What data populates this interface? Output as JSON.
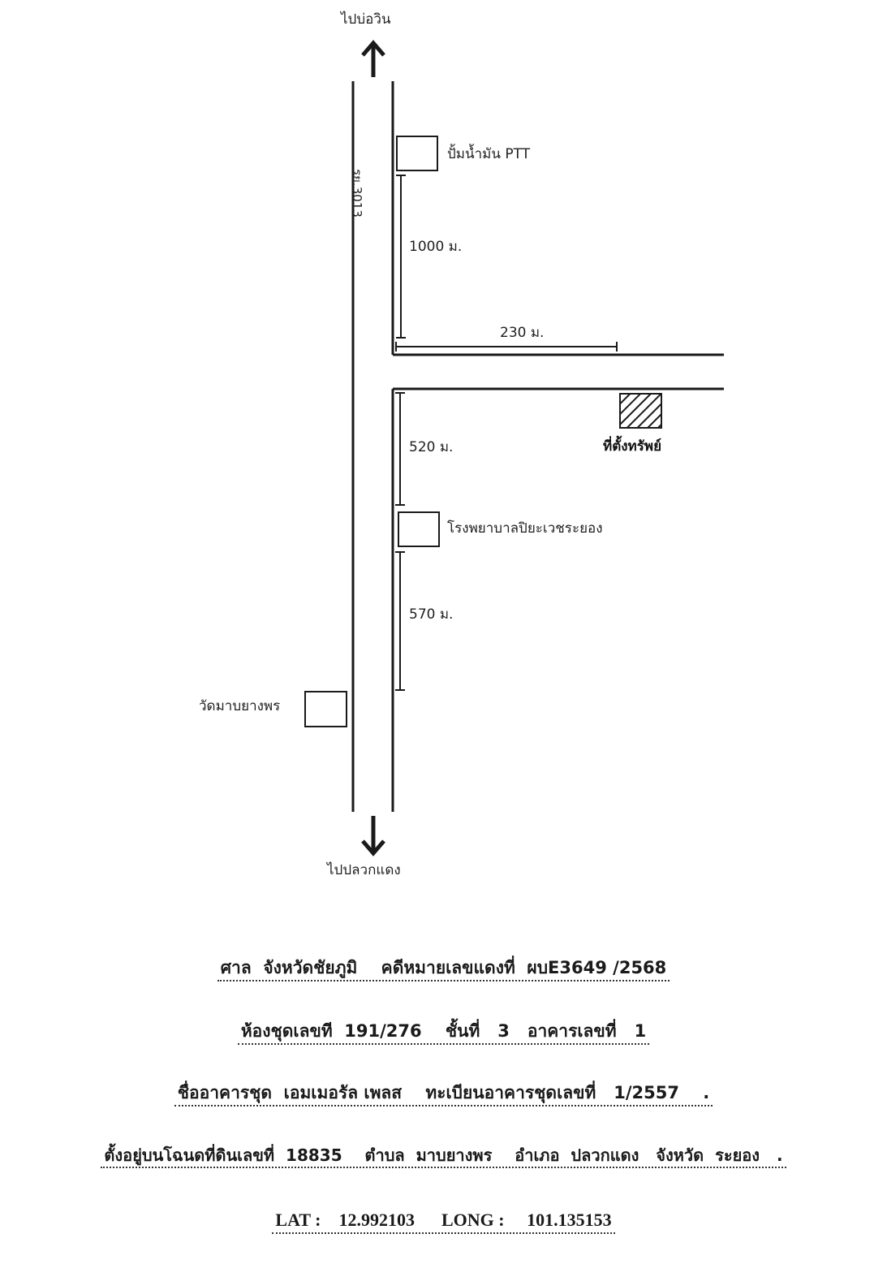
{
  "map": {
    "top_direction": "ไปบ่อวิน",
    "bottom_direction": "ไปปลวกแดง",
    "road_code": "รย.3013",
    "landmarks": {
      "gas_station": "ปั้มน้ำมัน PTT",
      "hospital": "โรงพยาบาลปิยะเวชระยอง",
      "temple": "วัดมาบยางพร",
      "property": "ที่ตั้งทรัพย์"
    },
    "distances": {
      "gas_to_junction": "1000 ม.",
      "junction_to_property": "230 ม.",
      "junction_to_hospital": "520 ม.",
      "hospital_below": "570 ม."
    },
    "colors": {
      "line": "#1a1a1a"
    }
  },
  "info": {
    "line1": {
      "court_label": "ศาล",
      "court_value": "จังหวัดชัยภูมิ",
      "case_label": "คดีหมายเลขแดงที่",
      "case_value": "ผบE3649 /2568"
    },
    "line2": {
      "unit_label": "ห้องชุดเลขที",
      "unit_value": "191/276",
      "floor_label": "ชั้นที่",
      "floor_value": "3",
      "building_label": "อาคารเลขที่",
      "building_value": "1"
    },
    "line3": {
      "name_label": "ชื่ออาคารชุด",
      "name_value": "เอมเมอรัล เพลส",
      "reg_label": "ทะเบียนอาคารชุดเลขที่",
      "reg_value": "1/2557",
      "end": "."
    },
    "line4": {
      "deed_label": "ตั้งอยู่บนโฉนดที่ดินเลขที่",
      "deed_value": "18835",
      "subdistrict_label": "ตำบล",
      "subdistrict_value": "มาบยางพร",
      "district_label": "อำเภอ",
      "district_value": "ปลวกแดง",
      "province_label": "จังหวัด",
      "province_value": "ระยอง",
      "end": "."
    },
    "line5": {
      "lat_label": "LAT :",
      "lat_value": "12.992103",
      "long_label": "LONG :",
      "long_value": "101.135153"
    }
  }
}
